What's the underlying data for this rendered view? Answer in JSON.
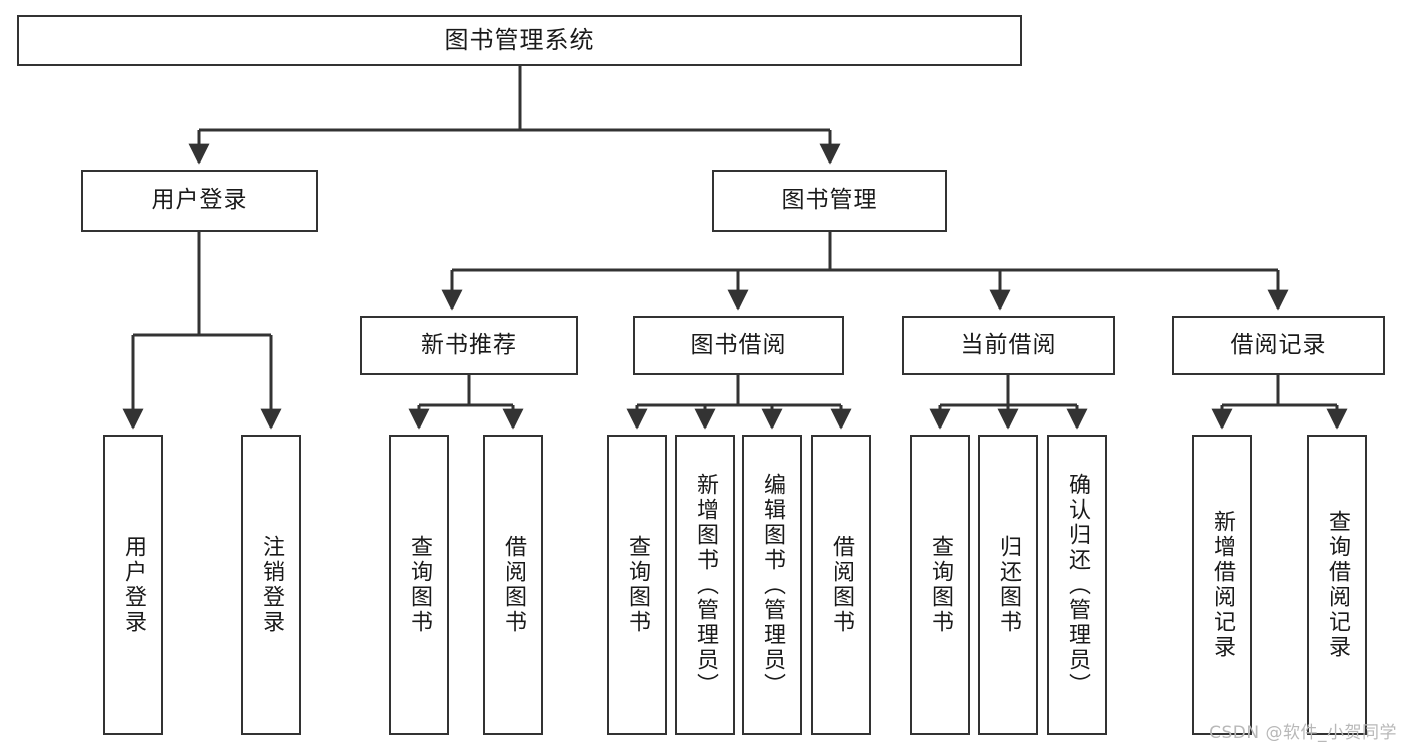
{
  "diagram": {
    "title": "图书管理系统",
    "type": "hierarchy-tree",
    "colors": {
      "box_border": "#333333",
      "box_fill": "#ffffff",
      "connector": "#333333",
      "text": "#1a1a1a",
      "watermark": "#b8b8b8"
    },
    "root": {
      "label": "图书管理系统"
    },
    "level2": [
      {
        "id": "user-login",
        "label": "用户登录"
      },
      {
        "id": "book-management",
        "label": "图书管理"
      }
    ],
    "level3": [
      {
        "id": "new-book-recommend",
        "label": "新书推荐"
      },
      {
        "id": "book-borrow",
        "label": "图书借阅"
      },
      {
        "id": "current-borrow",
        "label": "当前借阅"
      },
      {
        "id": "borrow-record",
        "label": "借阅记录"
      }
    ],
    "leaves": {
      "user-login": [
        {
          "id": "leaf-user-login",
          "label": "用户登录"
        },
        {
          "id": "leaf-logout-login",
          "label": "注销登录"
        }
      ],
      "new-book-recommend": [
        {
          "id": "leaf-query-book-1",
          "label": "查询图书"
        },
        {
          "id": "leaf-borrow-book-1",
          "label": "借阅图书"
        }
      ],
      "book-borrow": [
        {
          "id": "leaf-query-book-2",
          "label": "查询图书"
        },
        {
          "id": "leaf-add-book-admin",
          "label": "新增图书（管理员）"
        },
        {
          "id": "leaf-edit-book-admin",
          "label": "编辑图书（管理员）"
        },
        {
          "id": "leaf-borrow-book-2",
          "label": "借阅图书"
        }
      ],
      "current-borrow": [
        {
          "id": "leaf-query-book-3",
          "label": "查询图书"
        },
        {
          "id": "leaf-return-book",
          "label": "归还图书"
        },
        {
          "id": "leaf-confirm-return-admin",
          "label": "确认归还（管理员）"
        }
      ],
      "borrow-record": [
        {
          "id": "leaf-add-borrow-record",
          "label": "新增借阅记录"
        },
        {
          "id": "leaf-query-borrow-record",
          "label": "查询借阅记录"
        }
      ]
    },
    "watermark": "CSDN @软件_小贺同学"
  }
}
